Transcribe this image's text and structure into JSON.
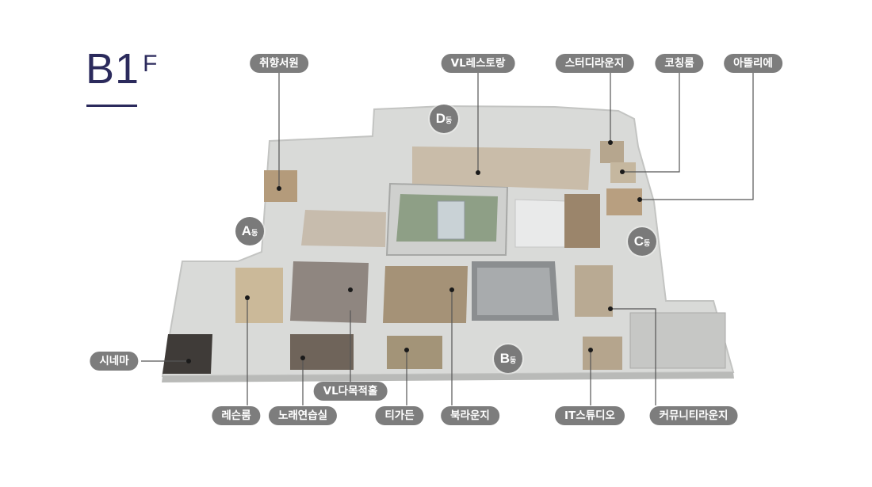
{
  "floor": {
    "main": "B1",
    "suffix": "F"
  },
  "buildings": {
    "a": "A",
    "b": "B",
    "c": "C",
    "d": "D",
    "suffix": "동"
  },
  "labels": {
    "library": "취향서원",
    "restaurant": "VL레스토랑",
    "study_lounge": "스터디라운지",
    "coaching_room": "코칭룸",
    "atelier": "아뜰리에",
    "cinema": "시네마",
    "multipurpose_hall": "VL다목적홀",
    "lesson_room": "레슨룸",
    "karaoke_room": "노래연습실",
    "tea_garden": "티가든",
    "book_lounge": "북라운지",
    "it_studio": "IT스튜디오",
    "community_lounge": "커뮤니티라운지"
  }
}
